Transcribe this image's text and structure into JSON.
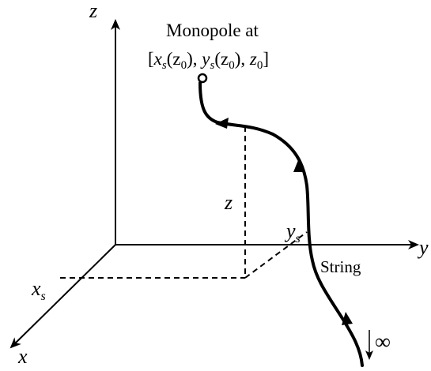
{
  "labels": {
    "axis_z": "z",
    "axis_y": "y",
    "axis_x": "x",
    "monopole_title": "Monopole at",
    "monopole_coords": {
      "open": "[",
      "x": "x",
      "x_sub": "s",
      "x_arg": "(z",
      "x_arg_sub": "0",
      "x_close": "), ",
      "y": "y",
      "y_sub": "s",
      "y_arg": "(z",
      "y_arg_sub": "0",
      "y_close": "), ",
      "z": "z",
      "z_sub": "0",
      "close": "]"
    },
    "z_height": "z",
    "y_s": {
      "main": "y",
      "sub": "s"
    },
    "x_s": {
      "main": "x",
      "sub": "s"
    },
    "string": "String",
    "infinity": "∞"
  }
}
